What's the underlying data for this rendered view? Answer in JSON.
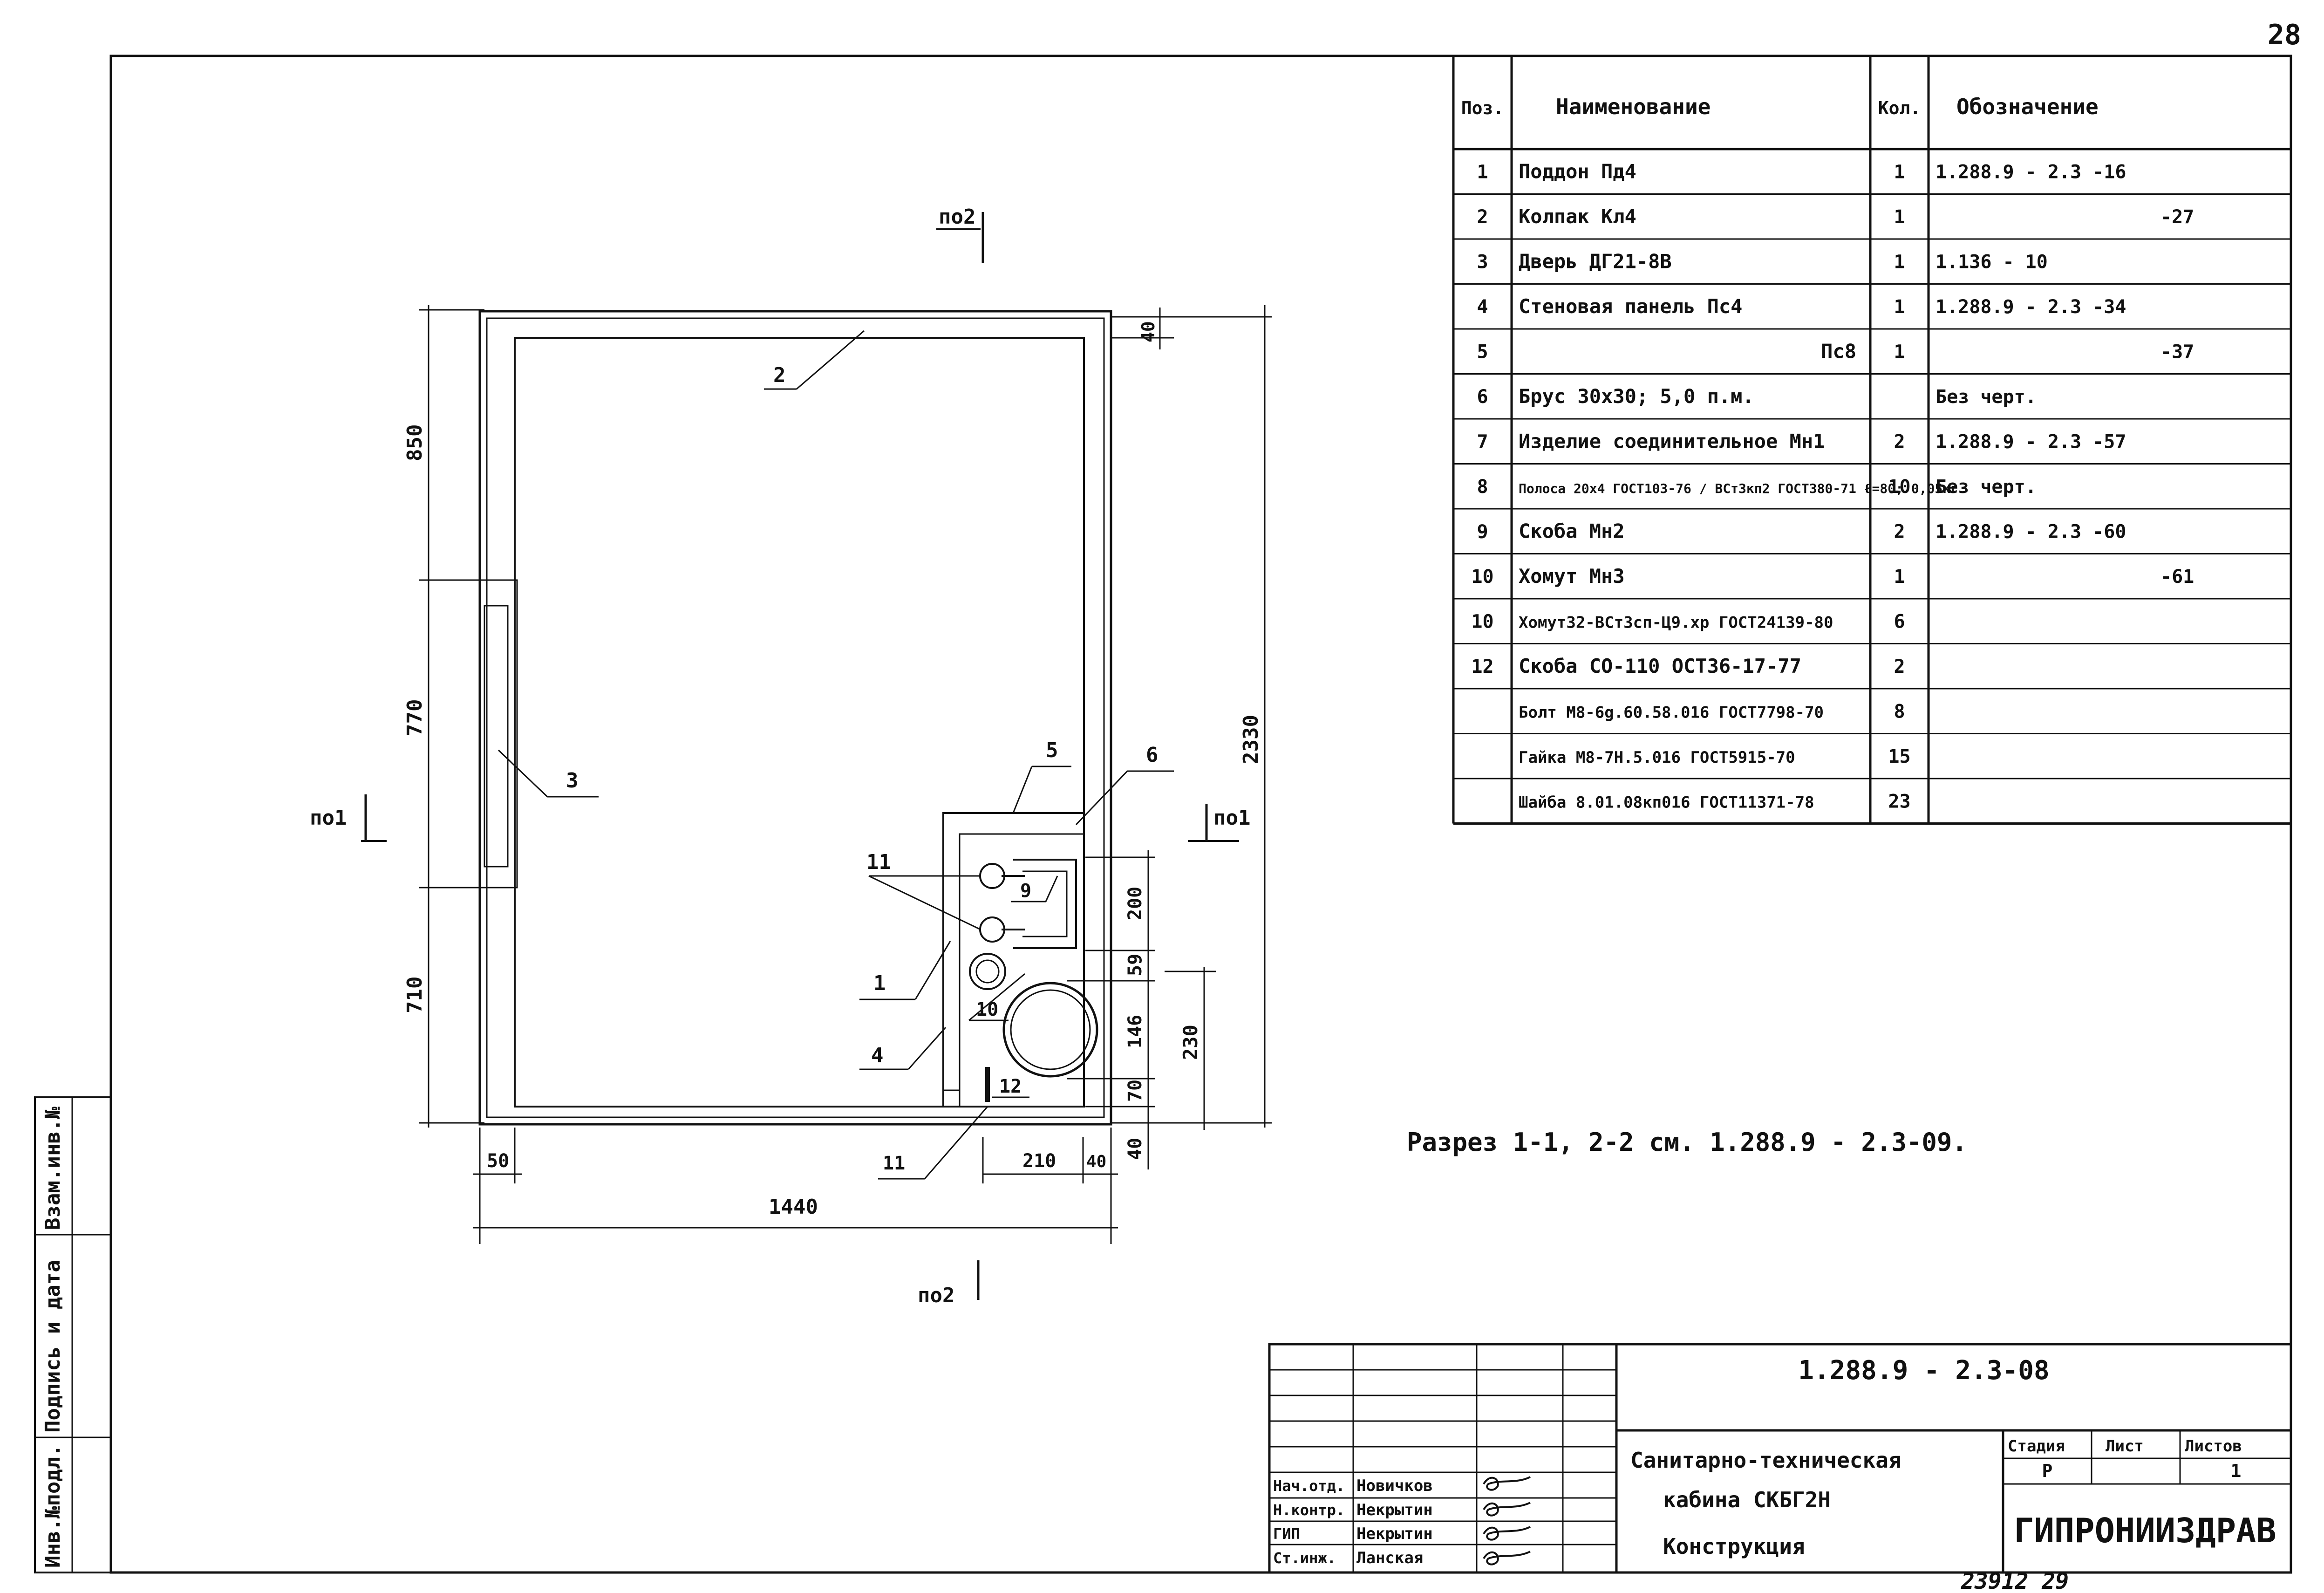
{
  "sheet_number": "28",
  "spec_table": {
    "headers": {
      "pos": "Поз.",
      "name": "Наименование",
      "qty": "Кол.",
      "designation": "Обозначение"
    },
    "rows": [
      {
        "pos": "1",
        "name": "Поддон Пд4",
        "qty": "1",
        "designation": "1.288.9 - 2.3 -16"
      },
      {
        "pos": "2",
        "name": "Колпак Кл4",
        "qty": "1",
        "designation": "-27"
      },
      {
        "pos": "3",
        "name": "Дверь ДГ21-8В",
        "qty": "1",
        "designation": "1.136 - 10"
      },
      {
        "pos": "4",
        "name": "Стеновая панель Пс4",
        "qty": "1",
        "designation": "1.288.9 - 2.3 -34"
      },
      {
        "pos": "5",
        "name": "Пс8",
        "qty": "1",
        "designation": "-37"
      },
      {
        "pos": "6",
        "name": "Брус 30х30; 5,0 п.м.",
        "qty": "",
        "designation": "Без черт."
      },
      {
        "pos": "7",
        "name": "Изделие соединительное Мн1",
        "qty": "2",
        "designation": "1.288.9 - 2.3 -57"
      },
      {
        "pos": "8",
        "name": "Полоса 20х4 ГОСТ103-76 / ВСт3кп2 ГОСТ380-71  ℓ=80; 0,05кг",
        "qty": "10",
        "designation": "Без черт."
      },
      {
        "pos": "9",
        "name": "Скоба Мн2",
        "qty": "2",
        "designation": "1.288.9 - 2.3 -60"
      },
      {
        "pos": "10",
        "name": "Хомут Мн3",
        "qty": "1",
        "designation": "-61"
      },
      {
        "pos": "10",
        "name": "Хомут32-ВСт3сп-Ц9.хр ГОСТ24139-80",
        "qty": "6",
        "designation": ""
      },
      {
        "pos": "12",
        "name": "Скоба СО-110 ОСТ36-17-77",
        "qty": "2",
        "designation": ""
      },
      {
        "pos": "",
        "name": "Болт М8-6g.60.58.016 ГОСТ7798-70",
        "qty": "8",
        "designation": ""
      },
      {
        "pos": "",
        "name": "Гайка М8-7Н.5.016 ГОСТ5915-70",
        "qty": "15",
        "designation": ""
      },
      {
        "pos": "",
        "name": "Шайба 8.01.08кп016 ГОСТ11371-78",
        "qty": "23",
        "designation": ""
      }
    ]
  },
  "drawing": {
    "dimensions": {
      "left_top": "850",
      "left_mid": "770",
      "left_bot": "710",
      "right_total": "2330",
      "right_top": "40",
      "cluster_200": "200",
      "cluster_59": "59",
      "cluster_146": "146",
      "cluster_70": "70",
      "cluster_40": "40",
      "cluster_230": "230",
      "bottom_50": "50",
      "bottom_total": "1440",
      "bottom_210": "210",
      "bottom_40": "40"
    },
    "callouts": [
      "1",
      "2",
      "3",
      "4",
      "5",
      "6",
      "9",
      "10",
      "11",
      "11",
      "12"
    ],
    "section_marks": {
      "top": "по2",
      "bottom": "по2",
      "left": "по1",
      "right": "по1"
    }
  },
  "note": "Разрез 1-1, 2-2 см. 1.288.9 - 2.3-09.",
  "side_stamp": {
    "inv_podl": "Инв.№подл.",
    "signature_date": "Подпись и дата",
    "vzam_inv": "Взам.инв.№"
  },
  "title_block": {
    "code": "1.288.9 - 2.3-08",
    "title_line1": "Санитарно-техническая",
    "title_line2": "кабина СКБГ2Н",
    "title_line3": "Конструкция",
    "stage_label": "Стадия",
    "sheet_label": "Лист",
    "sheets_label": "Листов",
    "stage_value": "Р",
    "sheets_value": "1",
    "org": "ГИПРОНИИЗДРАВ",
    "signers": [
      {
        "role": "Нач.отд.",
        "name": "Новичков"
      },
      {
        "role": "Н.контр.",
        "name": "Некрытин"
      },
      {
        "role": "ГИП",
        "name": "Некрытин"
      },
      {
        "role": "Ст.инж.",
        "name": "Ланская"
      }
    ],
    "archive_number": "23912  29"
  }
}
